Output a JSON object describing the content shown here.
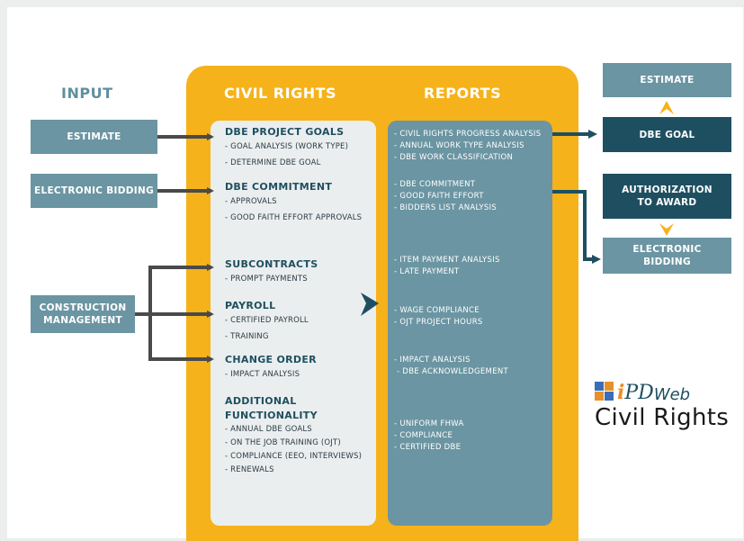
{
  "headers": {
    "input": "INPUT",
    "civil_rights": "CIVIL RIGHTS",
    "reports": "REPORTS"
  },
  "inputs": {
    "estimate": "ESTIMATE",
    "electronic_bidding": "ELECTRONIC BIDDING",
    "construction_management": "CONSTRUCTION MANAGEMENT"
  },
  "civil_rights": {
    "dbe_project_goals": {
      "title": "DBE PROJECT GOALS",
      "items": [
        "- GOAL ANALYSIS (WORK TYPE)",
        "- DETERMINE DBE GOAL"
      ]
    },
    "dbe_commitment": {
      "title": "DBE COMMITMENT",
      "items": [
        "- APPROVALS",
        "- GOOD FAITH EFFORT APPROVALS"
      ]
    },
    "subcontracts": {
      "title": "SUBCONTRACTS",
      "items": [
        "- PROMPT PAYMENTS"
      ]
    },
    "payroll": {
      "title": "PAYROLL",
      "items": [
        "- CERTIFIED PAYROLL",
        "- TRAINING"
      ]
    },
    "change_order": {
      "title": "CHANGE ORDER",
      "items": [
        "- IMPACT ANALYSIS"
      ]
    },
    "additional": {
      "title_line1": "ADDITIONAL",
      "title_line2": "FUNCTIONALITY",
      "items": [
        "- ANNUAL DBE GOALS",
        "- ON THE JOB TRAINING (OJT)",
        "- COMPLIANCE (EEO, INTERVIEWS)",
        "- RENEWALS"
      ]
    }
  },
  "reports": {
    "group1": [
      "- CIVIL RIGHTS PROGRESS ANALYSIS",
      "- ANNUAL WORK TYPE ANALYSIS",
      "- DBE WORK CLASSIFICATION"
    ],
    "group2": [
      "- DBE COMMITMENT",
      "- GOOD FAITH EFFORT",
      "- BIDDERS LIST ANALYSIS"
    ],
    "group3": [
      "- ITEM PAYMENT ANALYSIS",
      "- LATE PAYMENT"
    ],
    "group4": [
      "- WAGE COMPLIANCE",
      "- OJT PROJECT HOURS"
    ],
    "group5": [
      "- IMPACT ANALYSIS",
      " - DBE ACKNOWLEDGEMENT"
    ],
    "group6": [
      "- UNIFORM FHWA",
      "- COMPLIANCE",
      "- CERTIFIED DBE"
    ]
  },
  "outputs": {
    "estimate": "ESTIMATE",
    "dbe_goal": "DBE GOAL",
    "authorization_line1": "AUTHORIZATION",
    "authorization_line2": "TO AWARD",
    "electronic_bidding_line1": "ELECTRONIC",
    "electronic_bidding_line2": "BIDDING"
  },
  "logo": {
    "i": "i",
    "pd": "PD",
    "web": "Web",
    "subtitle": "Civil Rights"
  },
  "colors": {
    "yellow": "#f6b21a",
    "teal_light": "#6b95a2",
    "teal_dark": "#1e4f60",
    "arrow_gray": "#4a4a4a",
    "accent_orange": "#f6b21a"
  }
}
